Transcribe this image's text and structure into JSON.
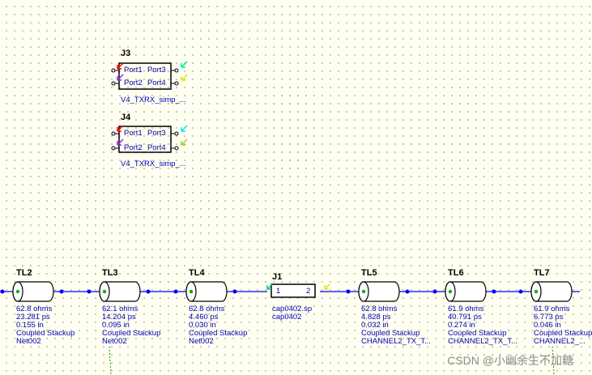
{
  "colors": {
    "wire": "#0000ff",
    "body_outline": "#000000",
    "info_text": "#0000b4",
    "pin_green": "#00c800",
    "pin_cyan": "#00e6e6",
    "pin_yellow": "#e6e600",
    "pin_red": "#ff0000",
    "pin_purple": "#8a2be2"
  },
  "connectors": [
    {
      "ref": "J3",
      "ports": [
        "Port1",
        "Port2",
        "Port3",
        "Port4"
      ],
      "model": "V4_TXRX_simp_..."
    },
    {
      "ref": "J4",
      "ports": [
        "Port1",
        "Port2",
        "Port3",
        "Port4"
      ],
      "model": "V4_TXRX_simp_..."
    }
  ],
  "transmission_lines": [
    {
      "ref": "TL2",
      "impedance": "62.8 ohms",
      "delay": "23.281 ps",
      "length": "0.155 in",
      "type": "Coupled Stackup",
      "net": "Net002"
    },
    {
      "ref": "TL3",
      "impedance": "62.1 ohms",
      "delay": "14.204 ps",
      "length": "0.095 in",
      "type": "Coupled Stackup",
      "net": "Net002"
    },
    {
      "ref": "TL4",
      "impedance": "62.8 ohms",
      "delay": "4.460 ps",
      "length": "0.030 in",
      "type": "Coupled Stackup",
      "net": "Net002"
    },
    {
      "ref": "TL5",
      "impedance": "62.8 ohms",
      "delay": "4.828 ps",
      "length": "0.032 in",
      "type": "Coupled Stackup",
      "net": "CHANNEL2_TX_T..."
    },
    {
      "ref": "TL6",
      "impedance": "61.9 ohms",
      "delay": "40.791 ps",
      "length": "0.274 in",
      "type": "Coupled Stackup",
      "net": "CHANNEL2_TX_T..."
    },
    {
      "ref": "TL7",
      "impedance": "61.9 ohms",
      "delay": "6.773 ps",
      "length": "0.046 in",
      "type": "Coupled Stackup",
      "net": "CHANNEL2_..."
    }
  ],
  "capacitor": {
    "ref": "J1",
    "pin1": "1",
    "pin2": "2",
    "model": "cap0402.sp",
    "name": "cap0402"
  },
  "watermark": "CSDN @小幽余生不加糖"
}
